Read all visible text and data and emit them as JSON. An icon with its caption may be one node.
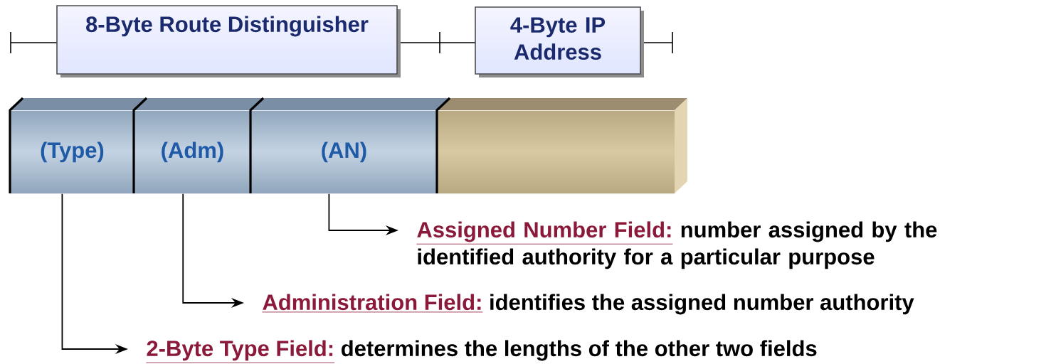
{
  "diagram": {
    "nodes": [
      {
        "text": [
          "8-Byte Route Distinguisher"
        ]
      },
      {
        "text": [
          "4-Byte IP Address"
        ]
      },
      {
        "text": [
          "(Type)"
        ]
      },
      {
        "text": [
          "(Adm)"
        ]
      },
      {
        "text": [
          "(AN)"
        ]
      },
      {
        "text": [],
        "shape": "bar"
      },
      {
        "text": [
          "Assigned Number Field:",
          "number assigned by the identified authority for a particular purpose"
        ]
      },
      {
        "text": [
          "Administration Field:",
          "identifies the assigned number authority"
        ]
      },
      {
        "text": [
          "2-Byte Type Field:",
          "determines the lengths of the other two fields"
        ]
      }
    ],
    "edges": [
      {
        "from": 4,
        "to": 6,
        "arrow": "to"
      },
      {
        "from": 3,
        "to": 7,
        "arrow": "to"
      },
      {
        "from": 2,
        "to": 8,
        "arrow": "to"
      }
    ]
  }
}
